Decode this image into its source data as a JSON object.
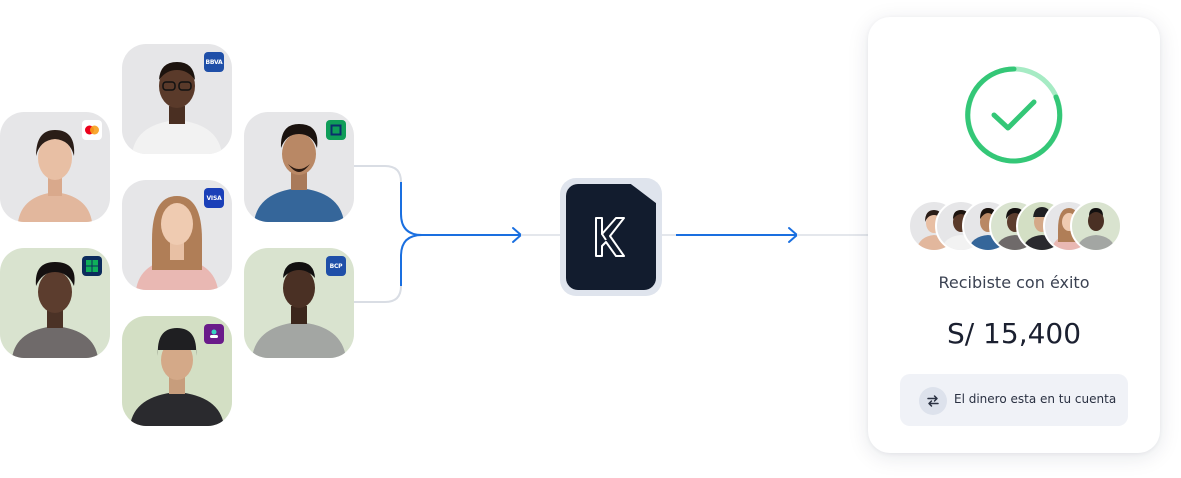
{
  "badges": {
    "mastercard": "mastercard-icon",
    "bbva": "BBVA",
    "visa": "VISA",
    "interbank": "interbank-icon",
    "bank_green": "bank-icon",
    "bcp": "BCP",
    "yape": "yape-icon"
  },
  "hub": {
    "logo": "k-logo-icon"
  },
  "card": {
    "status_icon": "check-circle-icon",
    "title": "Recibiste con éxito",
    "amount": "S/ 15,400",
    "notice_icon": "transfer-arrows-icon",
    "notice": "El dinero esta en tu cuenta"
  },
  "colors": {
    "accent_blue": "#1a6fe0",
    "success_green": "#34c777",
    "logo_dark": "#121c2e"
  }
}
